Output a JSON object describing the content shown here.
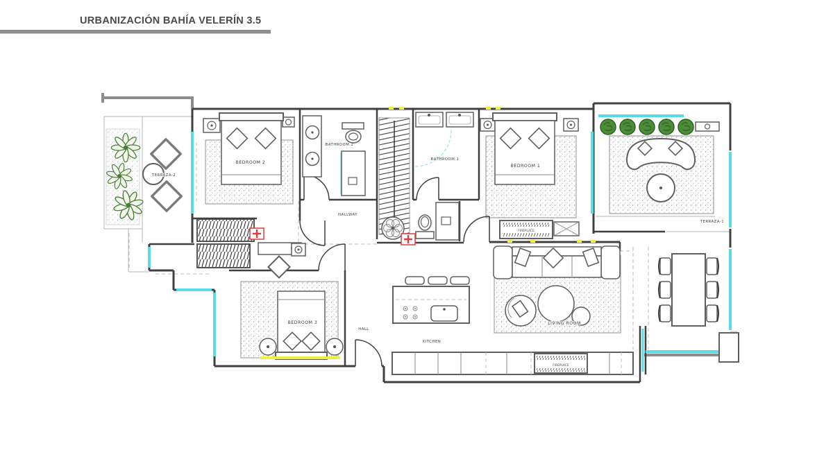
{
  "header": {
    "title": "URBANIZACIÓN BAHÍA VELERÍN 3.5"
  },
  "labels": {
    "bedroom1": "BEDROOM 1",
    "bedroom2": "BEDROOM 2",
    "bedroom3": "BEDROOM 3",
    "bathroom1": "BATHROOM 1",
    "bathroom2": "BATHROOM 2",
    "hallway": "HALLWAY",
    "hall": "HALL",
    "kitchen": "KITCHEN",
    "living_room": "LIVING ROOM",
    "terraza1": "TERRAZA-1",
    "terraza2": "TERRAZA-2",
    "fireplace_top": "FIREPLACE",
    "fireplace_bottom": "FIREPLACE"
  },
  "colors": {
    "title": "#4a4a4a",
    "bar": "#8c8c8c",
    "wall": "#3f3f3f",
    "glass": "#59dcea",
    "accent_yellow": "#f1ee3e",
    "cross_red": "#e23b3b",
    "plant": "#4a7d35",
    "bush": "#4c8c39"
  }
}
